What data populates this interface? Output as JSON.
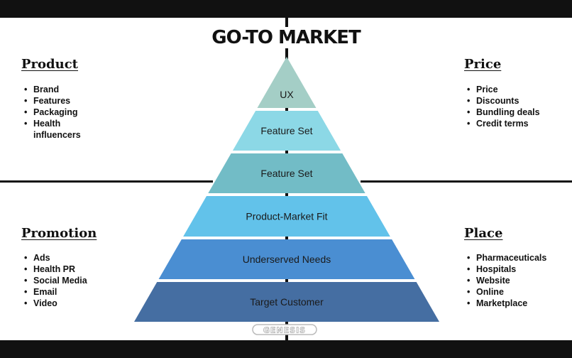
{
  "title": "GO-TO MARKET",
  "quadrants": {
    "product": {
      "title": "Product",
      "items": [
        "Brand",
        "Features",
        "Packaging",
        "Health influencers"
      ]
    },
    "price": {
      "title": "Price",
      "items": [
        "Price",
        "Discounts",
        "Bundling deals",
        "Credit terms"
      ]
    },
    "promotion": {
      "title": "Promotion",
      "items": [
        "Ads",
        "Health PR",
        "Social Media",
        "Email",
        "Video"
      ]
    },
    "place": {
      "title": "Place",
      "items": [
        "Pharmaceuticals",
        "Hospitals",
        "Website",
        "Online",
        "Marketplace"
      ]
    }
  },
  "pyramid": [
    {
      "label": "UX",
      "color": "#a4cec6"
    },
    {
      "label": "Feature Set",
      "color": "#8cd8e6"
    },
    {
      "label": "Feature Set",
      "color": "#72bcc6"
    },
    {
      "label": "Product-Market Fit",
      "color": "#62c2ea"
    },
    {
      "label": "Underserved Needs",
      "color": "#4a8ed2"
    },
    {
      "label": "Target Customer",
      "color": "#456ea2"
    }
  ],
  "logo_text": "GENESIS",
  "colors": {
    "frame": "#111111",
    "background": "#ffffff"
  }
}
